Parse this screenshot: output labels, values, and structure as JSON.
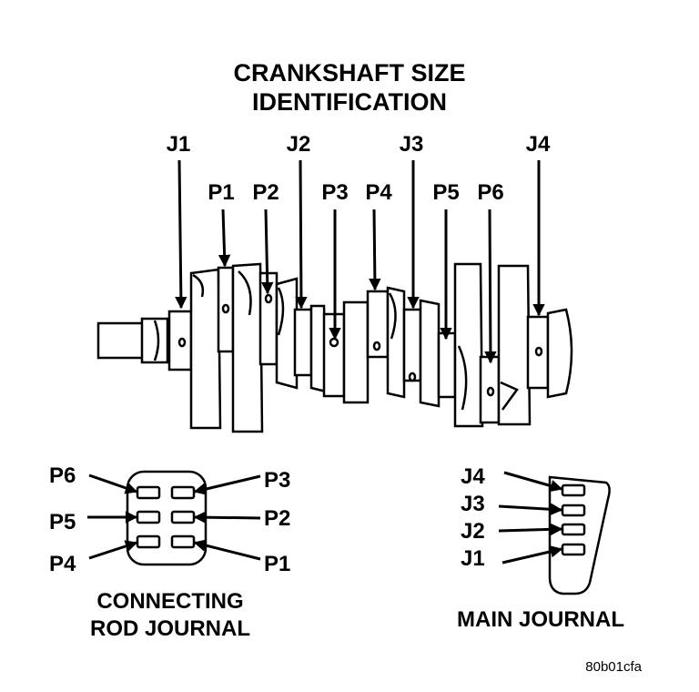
{
  "title_line1": "CRANKSHAFT SIZE",
  "title_line2": "IDENTIFICATION",
  "main_journal_labels": [
    "J1",
    "J2",
    "J3",
    "J4"
  ],
  "pin_labels": [
    "P1",
    "P2",
    "P3",
    "P4",
    "P5",
    "P6"
  ],
  "rod_key": {
    "left_labels": [
      "P6",
      "P5",
      "P4"
    ],
    "right_labels": [
      "P3",
      "P2",
      "P1"
    ],
    "caption_line1": "CONNECTING",
    "caption_line2": "ROD JOURNAL"
  },
  "main_key": {
    "labels": [
      "J4",
      "J3",
      "J2",
      "J1"
    ],
    "caption": "MAIN JOURNAL"
  },
  "figure_id": "80b01cfa"
}
